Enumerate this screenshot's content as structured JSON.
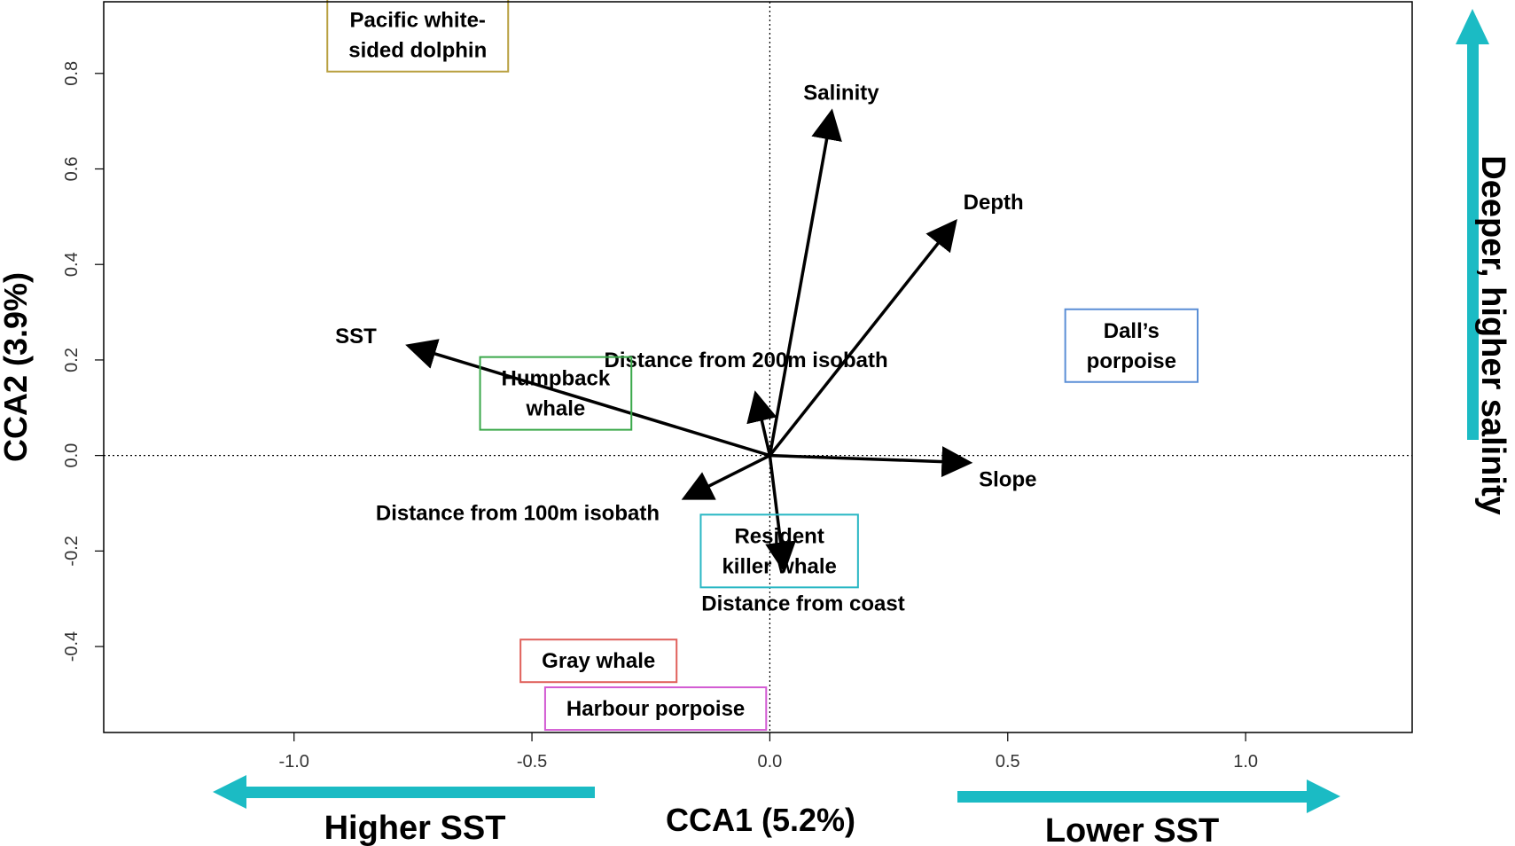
{
  "chart_data": {
    "type": "scatter",
    "subtype": "cca-biplot",
    "xlabel": "CCA1 (5.2%)",
    "ylabel": "CCA2 (3.9%)",
    "xlim": [
      -1.4,
      1.35
    ],
    "ylim": [
      -0.58,
      0.95
    ],
    "x_ticks": [
      -1.0,
      -0.5,
      0.0,
      0.5,
      1.0
    ],
    "x_tick_labels": [
      "-1.0",
      "-0.5",
      "0.0",
      "0.5",
      "1.0"
    ],
    "y_ticks": [
      -0.4,
      -0.2,
      0.0,
      0.2,
      0.4,
      0.6,
      0.8
    ],
    "y_tick_labels": [
      "-0.4",
      "-0.2",
      "0.0",
      "0.2",
      "0.4",
      "0.6",
      "0.8"
    ],
    "zero_lines": "dotted",
    "grid": false,
    "environmental_vectors": [
      {
        "name": "Salinity",
        "x": 0.13,
        "y": 0.72,
        "label_x": 0.15,
        "label_y": 0.76
      },
      {
        "name": "Depth",
        "x": 0.39,
        "y": 0.49,
        "label_x": 0.47,
        "label_y": 0.53
      },
      {
        "name": "SST",
        "x": -0.76,
        "y": 0.23,
        "label_x": -0.87,
        "label_y": 0.25
      },
      {
        "name": "Distance from 200m isobath",
        "x": -0.03,
        "y": 0.13,
        "label_x": -0.05,
        "label_y": 0.2
      },
      {
        "name": "Slope",
        "x": 0.42,
        "y": -0.015,
        "label_x": 0.5,
        "label_y": -0.05
      },
      {
        "name": "Distance from 100m isobath",
        "x": -0.18,
        "y": -0.09,
        "label_x": -0.53,
        "label_y": -0.12
      },
      {
        "name": "Distance from coast",
        "x": 0.03,
        "y": -0.24,
        "label_x": 0.07,
        "label_y": -0.31
      }
    ],
    "species": [
      {
        "name_lines": [
          "Pacific white-",
          "sided dolphin"
        ],
        "x": -0.74,
        "y": 0.88,
        "color": "#b8a040"
      },
      {
        "name_lines": [
          "Humpback",
          "whale"
        ],
        "x": -0.45,
        "y": 0.13,
        "color": "#3aa84a"
      },
      {
        "name_lines": [
          "Dall’s",
          "porpoise"
        ],
        "x": 0.76,
        "y": 0.23,
        "color": "#5b8fd6"
      },
      {
        "name_lines": [
          "Resident",
          "killer whale"
        ],
        "x": 0.02,
        "y": -0.2,
        "color": "#29b7c4"
      },
      {
        "name_lines": [
          "Gray whale"
        ],
        "x": -0.36,
        "y": -0.43,
        "color": "#e0605a"
      },
      {
        "name_lines": [
          "Harbour porpoise"
        ],
        "x": -0.24,
        "y": -0.53,
        "color": "#d25ad2"
      }
    ]
  },
  "annotations": {
    "arrow_color": "#1bbbc4",
    "left_label": "Higher SST",
    "right_label": "Lower SST",
    "vertical_label": "Deeper, higher salinity"
  }
}
